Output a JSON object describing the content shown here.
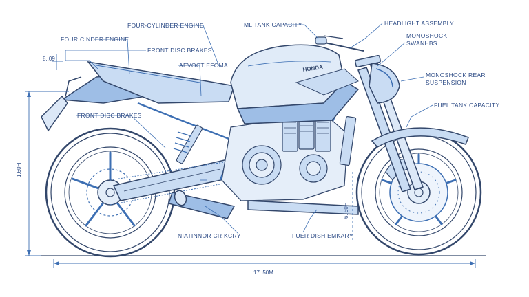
{
  "palette": {
    "ink": "#33476b",
    "line": "#3d6fb3",
    "body_fill": "#c9dcf3",
    "body_fill_dark": "#9ebee6",
    "text": "#2e4c86",
    "paper": "#ffffff"
  },
  "labels": {
    "four_cylinder_engine": "FOUR-CYLINDER ENGINE",
    "four_cinder_engine": "FOUR CINDER ENGINE",
    "front_disc_brakes_top": "FRONT DISC BRAKES",
    "aevoct_efoma": "AEVOCT EFOMA",
    "ml_tank_capacity": "ML TANK CAPACITY",
    "headlight_assembly": "HEADLIGHT ASSEMBLY",
    "monoshock_swanhbs": "MONOSHOCK\nSWANHBS",
    "monoshock_rear_suspension": "MONOSHOCK REAR\nSUSPENSION",
    "fuel_tank_capacity": "FUEL TANK CAPACITY",
    "front_disc_brakes_left": "FRONT DISC BRAKES",
    "niatinnor": "NIATINNOR CR KCRY",
    "fuer_dish": "FUER DISH EMKARY"
  },
  "dimensions": {
    "left_height": "1,60H",
    "seat_height": "8,,09",
    "right_vertical": "6. 50H",
    "total_length": "17. 50M"
  },
  "brand": "HONDA"
}
